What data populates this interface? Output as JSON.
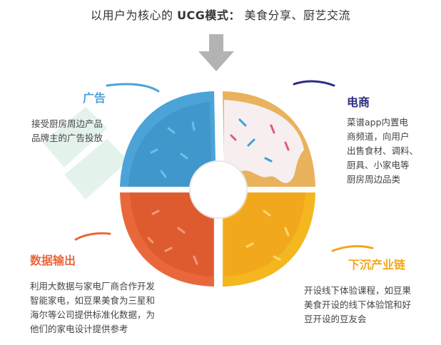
{
  "title": {
    "prefix": "以用户为核心的",
    "bold": "UCG模式：",
    "suffix": "美食分享、厨艺交流"
  },
  "quadrants": {
    "ad": {
      "heading": "广告",
      "lines": [
        "接受厨房周边产品",
        "品牌主的广告投放"
      ],
      "color": "#4ba3d8"
    },
    "ecommerce": {
      "heading": "电商",
      "lines": [
        "菜谱app内置电",
        "商频道，向用户",
        "出售食材、调料、",
        "厨具、小家电等",
        "厨房周边品类"
      ],
      "color": "#2c2d80"
    },
    "data": {
      "heading": "数据输出",
      "lines": [
        "利用大数据与家电厂商合作开发",
        "智能家电，如豆果美食为三星和",
        "海尔等公司提供标准化数据，为",
        "他们的家电设计提供参考"
      ],
      "color": "#e9683b"
    },
    "offline": {
      "heading": "下沉产业链",
      "lines": [
        "开设线下体验课程，如豆果",
        "美食开设的线下体验馆和好",
        "豆开设的豆友会"
      ],
      "color": "#f2a81d"
    }
  }
}
